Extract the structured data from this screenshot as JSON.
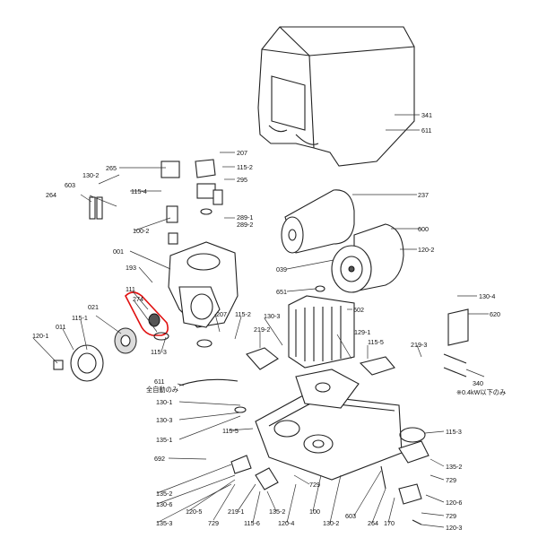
{
  "labels": {
    "l341": "341",
    "l611": "611",
    "l207a": "207",
    "l1152a": "115-2",
    "l265": "265",
    "l1302a": "130-2",
    "l1154": "115-4",
    "l295": "295",
    "l237": "237",
    "l603a": "603",
    "l264a": "264",
    "l2891": "289-1",
    "l2892": "289-2",
    "l1002": "100-2",
    "l600": "600",
    "l1202a": "120-2",
    "l001": "001",
    "l039": "039",
    "l193": "193",
    "l651": "651",
    "l111": "111",
    "l274": "274",
    "l1304": "130-4",
    "l021": "021",
    "l207b": "207",
    "l1152b": "115-2",
    "l1303a": "130-3",
    "l602": "602",
    "l620": "620",
    "l1151": "115-1",
    "l2192a": "219-2",
    "l1291": "129-1",
    "l1155a": "115-5",
    "l2193": "219-3",
    "l011": "011",
    "l1201": "120-1",
    "l1153a": "115-3",
    "l340": "340",
    "l340note": "※0.4kW以下のみ",
    "l611b": "611",
    "l611note": "全自動のみ",
    "l1301": "130-1",
    "l1303b": "130-3",
    "l1155b": "115-5",
    "l1153b": "115-3",
    "l1351": "135-1",
    "l692": "692",
    "l1352a": "135-2",
    "l729a": "729",
    "l1352b": "135-2",
    "l1306": "130-6",
    "l1205": "120-5",
    "l729b": "729",
    "l1353": "135-3",
    "l729c": "729",
    "l2191": "219-1",
    "l1156": "115-6",
    "l1352c": "135-2",
    "l1204": "120-4",
    "l100": "100",
    "l1302b": "130-2",
    "l603b": "603",
    "l264b": "264",
    "l170": "170",
    "l1206": "120-6",
    "l729d": "729",
    "l1203": "120-3"
  },
  "highlight_color": "#e01010"
}
